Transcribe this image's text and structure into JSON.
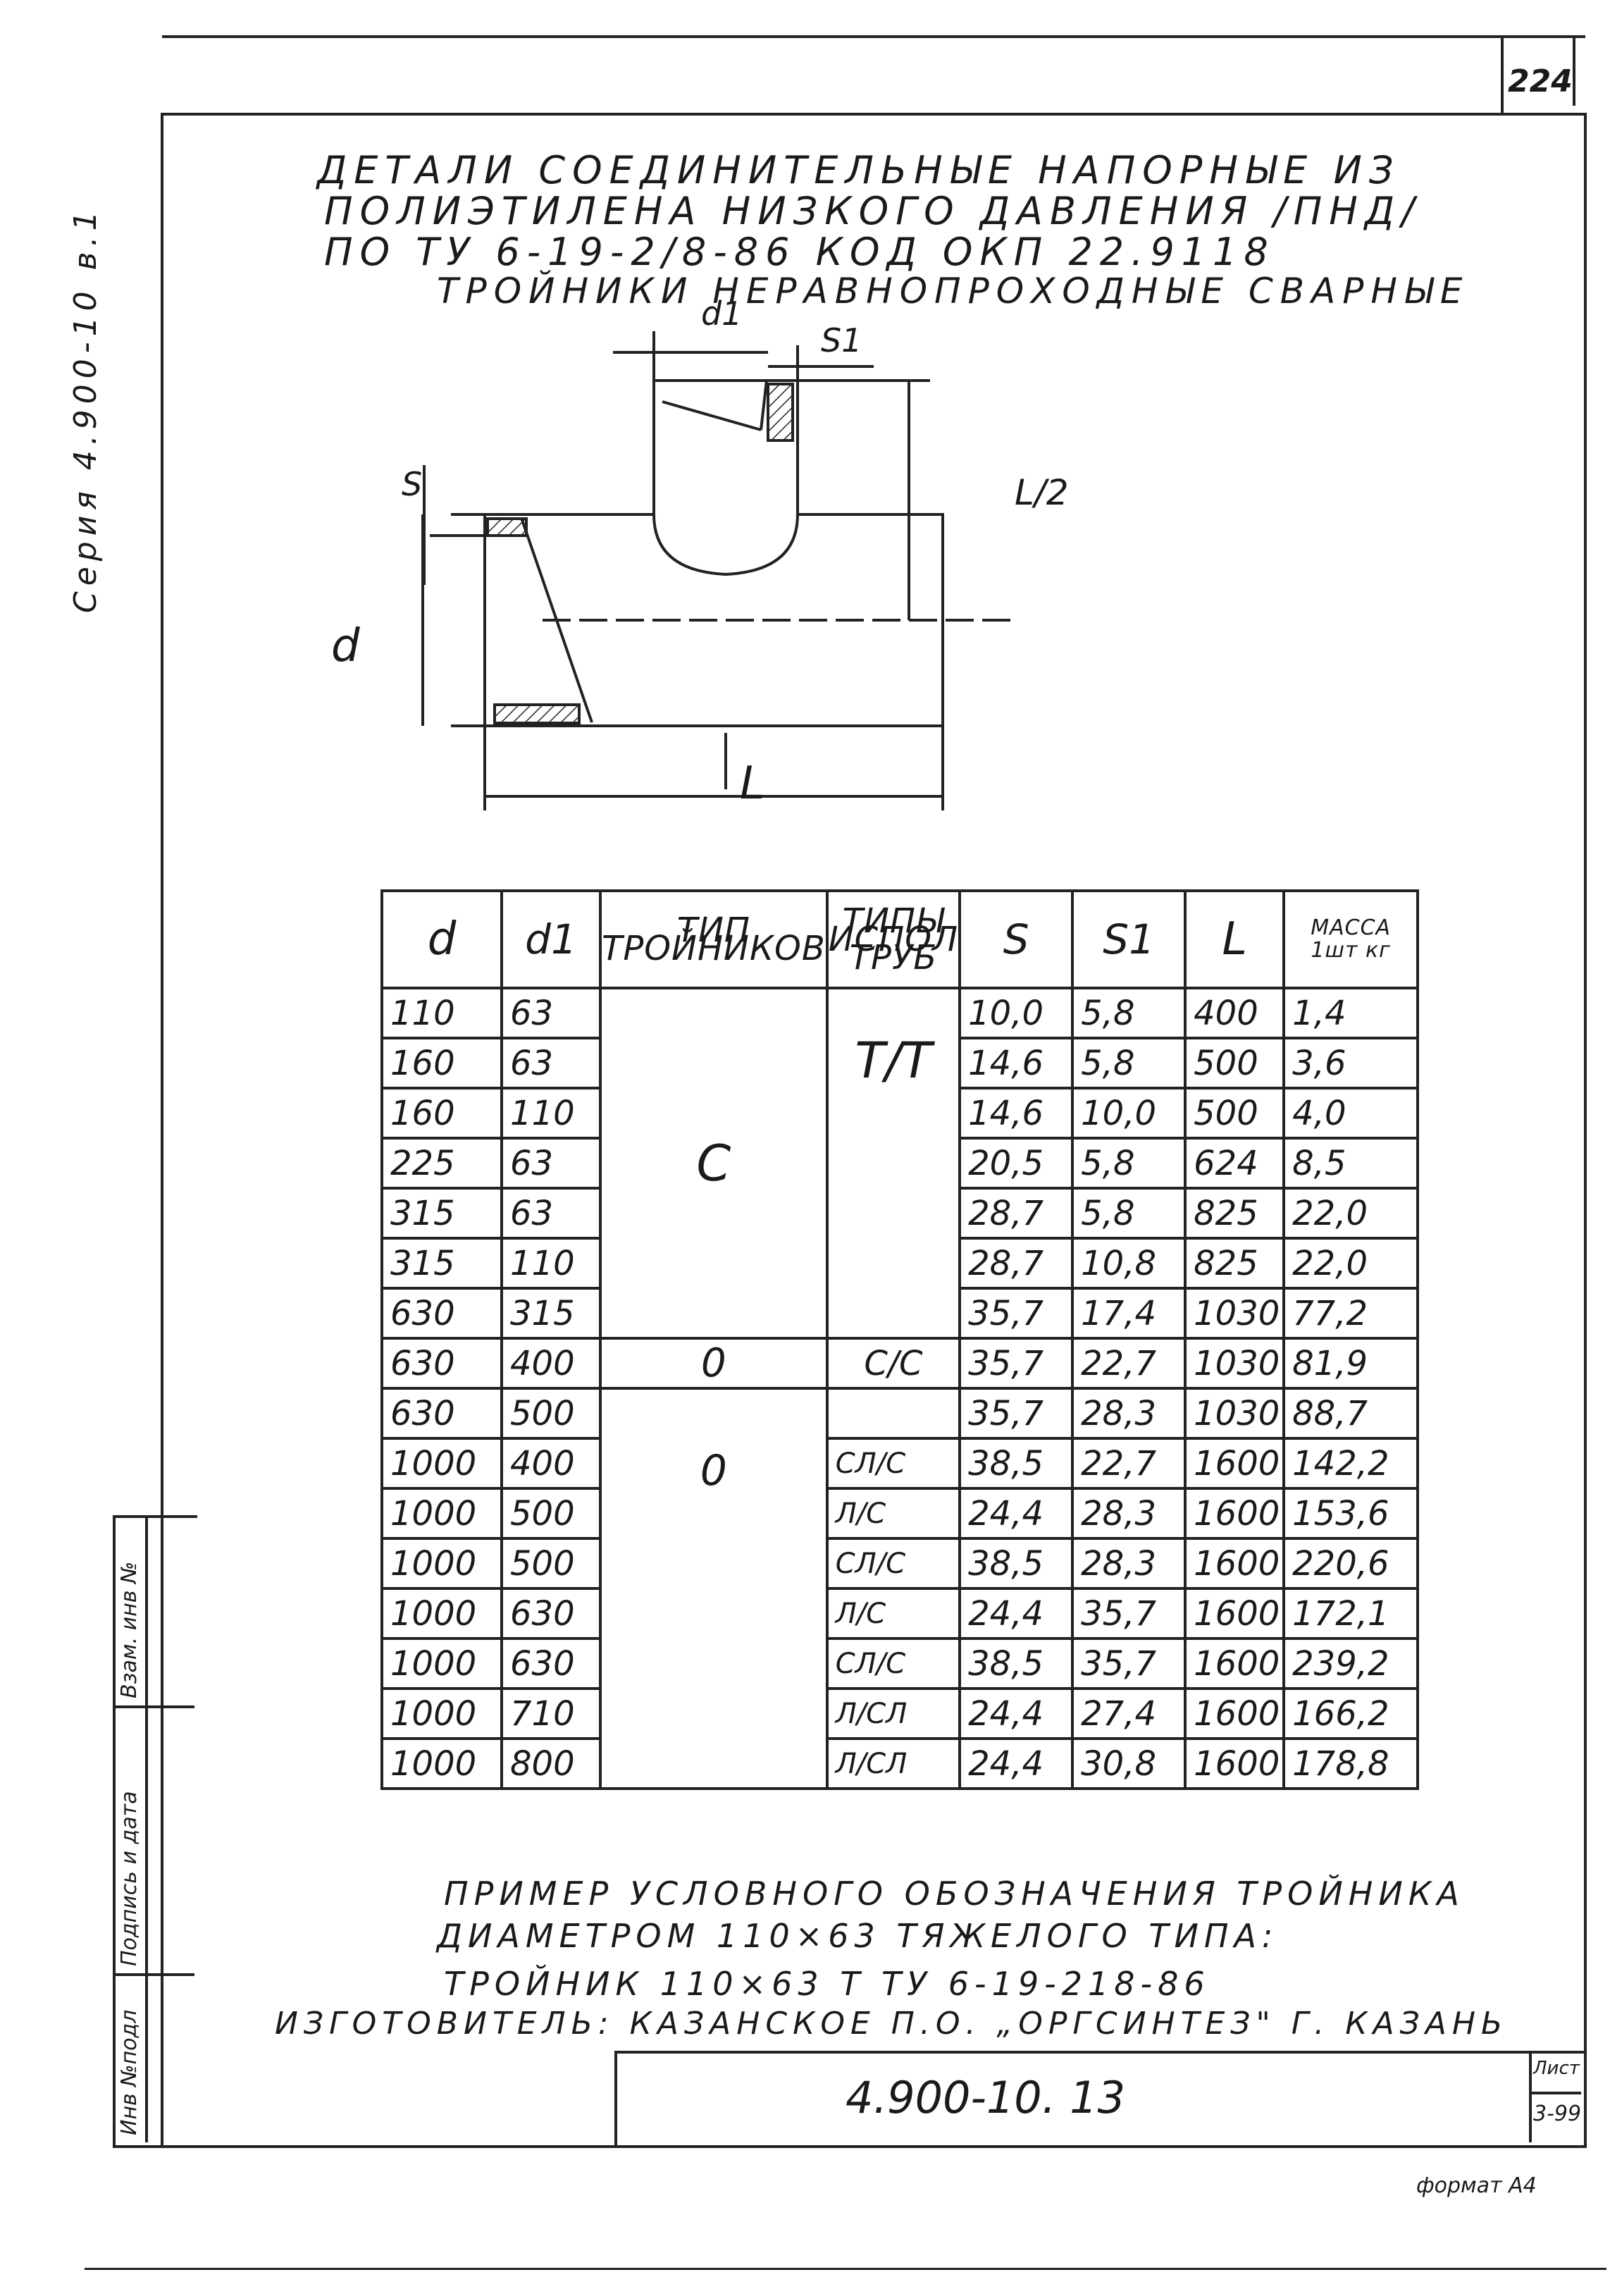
{
  "sheet_corner_number": "224",
  "series_side_label": "Серия 4.900-10 в.1",
  "title_lines": [
    "ДЕТАЛИ СОЕДИНИТЕЛЬНЫЕ НАПОРНЫЕ ИЗ",
    "ПОЛИЭТИЛЕНА НИЗКОГО ДАВЛЕНИЯ /ПНД/",
    "ПО ТУ 6-19-2/8-86 КОД ОКП 22.9118",
    "ТРОЙНИКИ НЕРАВНОПРОХОДНЫЕ СВАРНЫЕ"
  ],
  "drawing_labels": {
    "d1": "d1",
    "s1": "S1",
    "s": "S",
    "half_l": "L/2",
    "d": "d",
    "l": "L"
  },
  "table": {
    "headers": [
      "d",
      "d1",
      "ТИП ТРОЙНИКОВ",
      "ТИПЫ ИСПОЛ ТРУБ",
      "S",
      "S1",
      "L",
      "МАССА 1шт кг"
    ],
    "rows": [
      [
        "110",
        "63",
        "10,0",
        "5,8",
        "400",
        "1,4"
      ],
      [
        "160",
        "63",
        "14,6",
        "5,8",
        "500",
        "3,6"
      ],
      [
        "160",
        "110",
        "14,6",
        "10,0",
        "500",
        "4,0"
      ],
      [
        "225",
        "63",
        "20,5",
        "5,8",
        "624",
        "8,5"
      ],
      [
        "315",
        "63",
        "28,7",
        "5,8",
        "825",
        "22,0"
      ],
      [
        "315",
        "110",
        "28,7",
        "10,8",
        "825",
        "22,0"
      ],
      [
        "630",
        "315",
        "35,7",
        "17,4",
        "1030",
        "77,2"
      ],
      [
        "630",
        "400",
        "35,7",
        "22,7",
        "1030",
        "81,9"
      ],
      [
        "630",
        "500",
        "35,7",
        "28,3",
        "1030",
        "88,7"
      ],
      [
        "1000",
        "400",
        "38,5",
        "22,7",
        "1600",
        "142,2"
      ],
      [
        "1000",
        "500",
        "24,4",
        "28,3",
        "1600",
        "153,6"
      ],
      [
        "1000",
        "500",
        "38,5",
        "28,3",
        "1600",
        "220,6"
      ],
      [
        "1000",
        "630",
        "24,4",
        "35,7",
        "1600",
        "172,1"
      ],
      [
        "1000",
        "630",
        "38,5",
        "35,7",
        "1600",
        "239,2"
      ],
      [
        "1000",
        "710",
        "24,4",
        "27,4",
        "1600",
        "166,2"
      ],
      [
        "1000",
        "800",
        "24,4",
        "30,8",
        "1600",
        "178,8"
      ]
    ],
    "type_groups": [
      "С",
      "0",
      "0"
    ],
    "pipe_types": [
      "Т/Т",
      "С/С",
      "",
      "СЛ/С",
      "Л/С",
      "СЛ/С",
      "Л/С",
      "СЛ/С",
      "Л/СЛ",
      "Л/СЛ"
    ]
  },
  "example_lines": [
    "ПРИМЕР УСЛОВНОГО ОБОЗНАЧЕНИЯ ТРОЙНИКА",
    "ДИАМЕТРОМ 110×63 ТЯЖЕЛОГО ТИПА:",
    "ТРОЙНИК 110×63 Т ТУ 6-19-218-86",
    "ИЗГОТОВИТЕЛЬ: КАЗАНСКОЕ П.О. „ОРГСИНТЕЗ\" Г. КАЗАНЬ"
  ],
  "stamp": {
    "doc_code": "4.900-10. 13",
    "sheet_label": "Лист",
    "sheet_value": "3-99"
  },
  "side_stamp_labels": [
    "Инв №подл",
    "Подпись и дата",
    "Взам. инв №"
  ],
  "format_label": "формат А4"
}
